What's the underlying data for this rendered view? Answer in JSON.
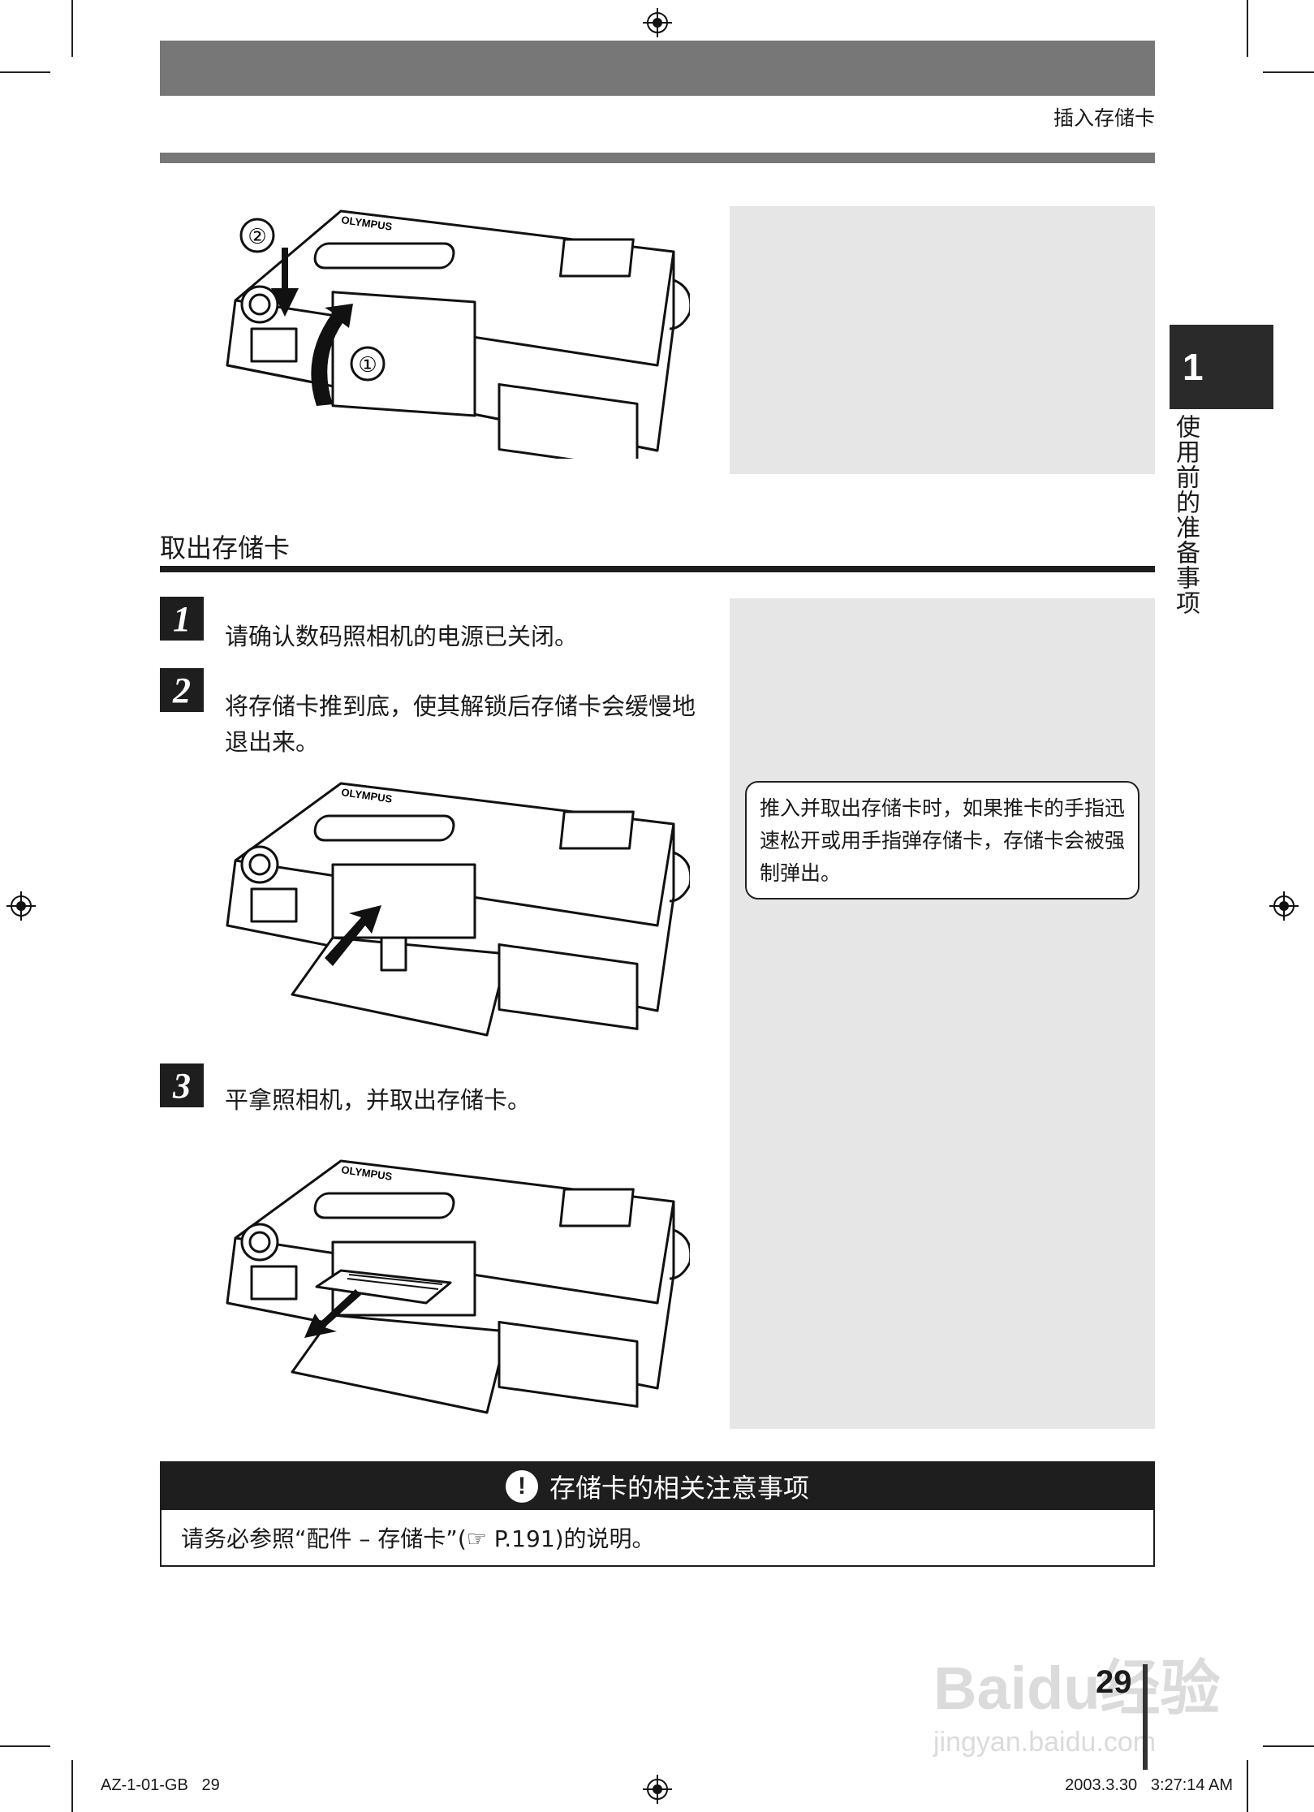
{
  "header": {
    "title": "插入存储卡"
  },
  "chapter": {
    "number": "1",
    "title": "使用前的准备事项"
  },
  "section": {
    "heading": "取出存储卡"
  },
  "illustrations": {
    "brand": "OLYMPUS",
    "insert_step_labels": [
      "①",
      "②"
    ]
  },
  "steps": [
    {
      "number": "1",
      "text": "请确认数码照相机的电源已关闭。"
    },
    {
      "number": "2",
      "text": "将存储卡推到底，使其解锁后存储卡会缓慢地退出来。"
    },
    {
      "number": "3",
      "text": "平拿照相机，并取出存储卡。"
    }
  ],
  "note": {
    "text": "推入并取出存储卡时，如果推卡的手指迅速松开或用手指弹存储卡，存储卡会被强制弹出。"
  },
  "caution": {
    "title": "存储卡的相关注意事项",
    "icon": "!",
    "body_prefix": "请务必参照“配件 – 存储卡”(",
    "body_ref_icon": "☞",
    "body_suffix": " P.191)的说明。"
  },
  "footer": {
    "page_number": "29",
    "left": "AZ-1-01-GB   29",
    "right": "2003.3.30   3:27:14 AM"
  },
  "watermark": {
    "text": "Baidu经验",
    "url_text": "jingyan.baidu.com"
  }
}
